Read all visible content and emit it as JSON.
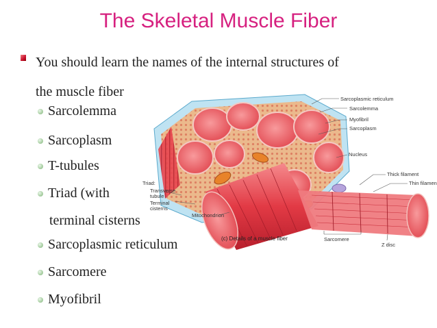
{
  "slide": {
    "title": "The Skeletal Muscle Fiber",
    "intro_line1": "You should learn the names of the internal structures of",
    "intro_line2": "the muscle fiber",
    "items": [
      "Sarcolemma",
      "Sarcoplasm",
      "T-tubules",
      "Triad (with",
      "Sarcoplasmic reticulum",
      "Sarcomere",
      "Myofibril"
    ],
    "item_continuation": "terminal cisterns"
  },
  "figure": {
    "caption": "(c) Details of a muscle fiber",
    "labels": {
      "sarcoplasmic_reticulum": "Sarcoplasmic reticulum",
      "sarcolemma": "Sarcolemma",
      "myofibril": "Myofibril",
      "sarcoplasm": "Sarcoplasm",
      "nucleus": "Nucleus",
      "thick_filament": "Thick filament",
      "thin_filament": "Thin filament",
      "triad": "Triad:",
      "transverse_tubule_1": "Transverse",
      "transverse_tubule_2": "tubule",
      "terminal_cisterns_1": "Terminal",
      "terminal_cisterns_2": "cisterns",
      "mitochondrion": "Mitochondrion",
      "sarcomere": "Sarcomere",
      "z_disc": "Z disc"
    }
  },
  "colors": {
    "title": "#d6207f",
    "muscle": "#e23a45",
    "myofibril_tip": "#f26b6f",
    "mitochondria": "#e8832a",
    "membrane": "#9fd2ea"
  }
}
